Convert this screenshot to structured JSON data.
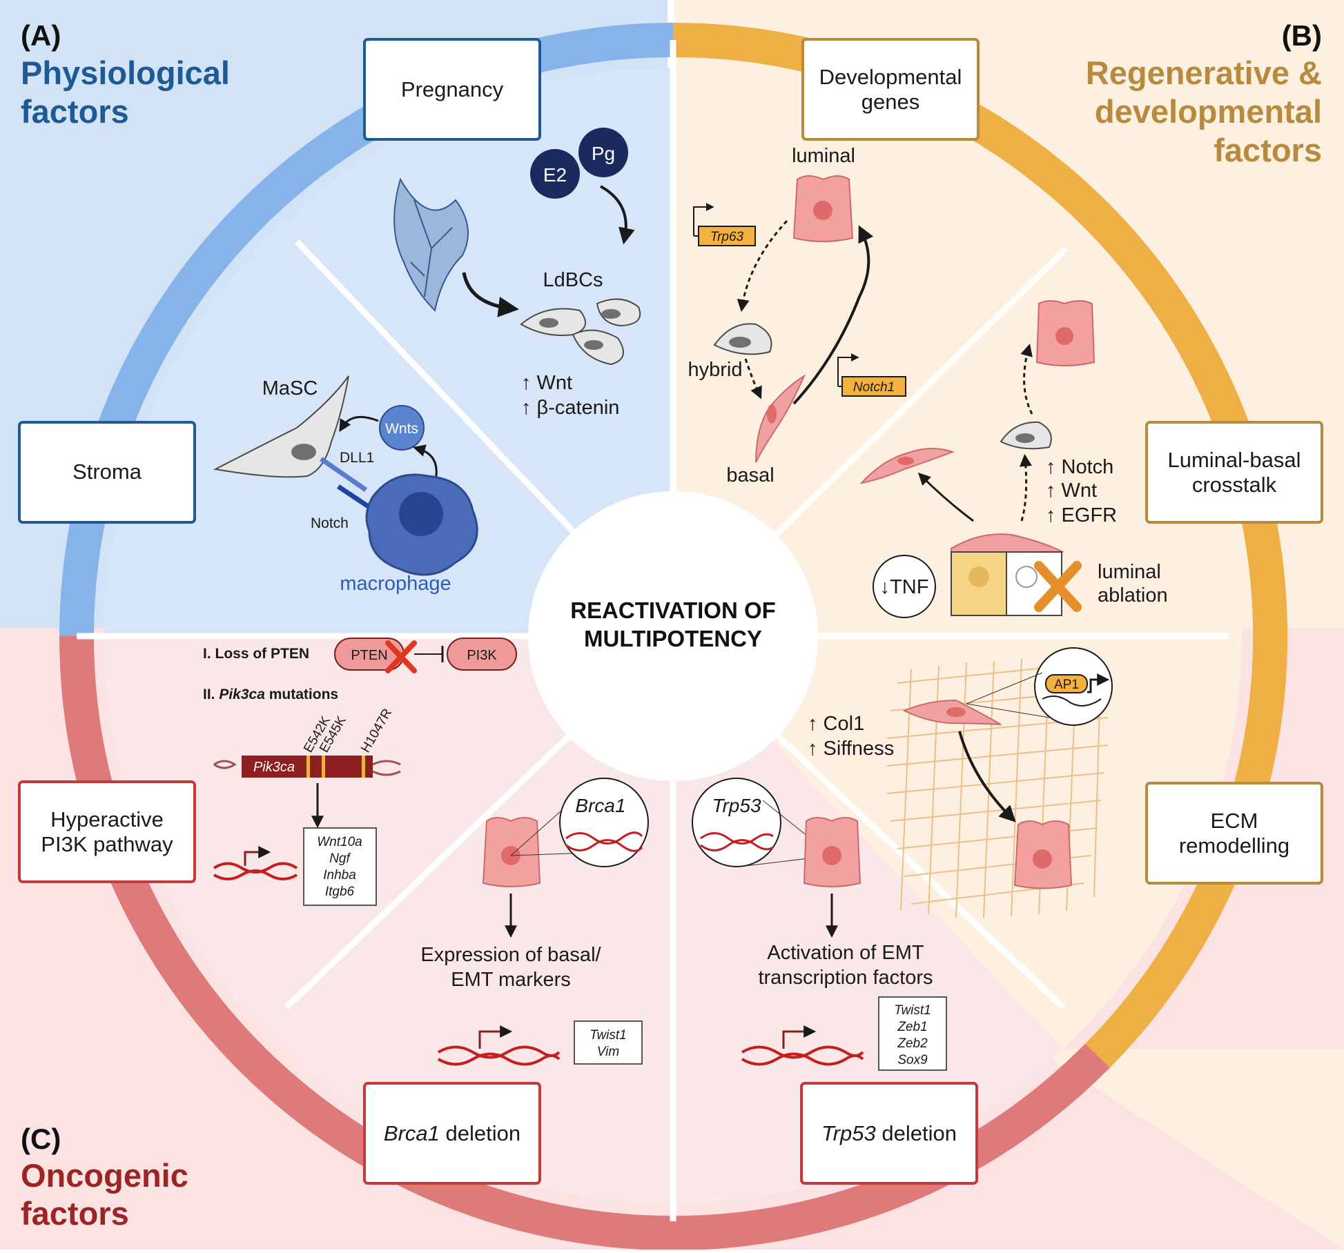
{
  "colors": {
    "physiological_bg": "#d3e3f6",
    "physiological_ring": "#86b4ea",
    "physiological_title": "#1d5a96",
    "regenerative_bg": "#fdf0e0",
    "regenerative_ring": "#eeaf45",
    "regenerative_title": "#b88a3d",
    "oncogenic_bg": "#fbe3e3",
    "oncogenic_ring": "#df7a7a",
    "oncogenic_title": "#9c2424"
  },
  "center": {
    "line1": "REACTIVATION OF",
    "line2": "MULTIPOTENCY"
  },
  "panel_a": {
    "letter": "(A)",
    "title_line1": "Physiological",
    "title_line2": "factors",
    "boxes": {
      "pregnancy": "Pregnancy",
      "stroma": "Stroma"
    },
    "hormones": [
      "E2",
      "Pg"
    ],
    "ldbcs": "LdBCs",
    "wnt": "↑ Wnt",
    "beta_catenin": "↑ β-catenin",
    "masc": "MaSC",
    "wnts": "Wnts",
    "dll1": "DLL1",
    "notch": "Notch",
    "macrophage": "macrophage"
  },
  "panel_b": {
    "letter": "(B)",
    "title_line1": "Regenerative &",
    "title_line2": "developmental",
    "title_line3": "factors",
    "boxes": {
      "developmental_line1": "Developmental",
      "developmental_line2": "genes",
      "crosstalk_line1": "Luminal-basal",
      "crosstalk_line2": "crosstalk",
      "ecm_line1": "ECM",
      "ecm_line2": "remodelling"
    },
    "luminal": "luminal",
    "hybrid": "hybrid",
    "basal": "basal",
    "trp63": "Trp63",
    "notch1": "Notch1",
    "up_notch": "↑ Notch",
    "up_wnt": "↑ Wnt",
    "up_egfr": "↑ EGFR",
    "tnf": "↓TNF",
    "ablation_line1": "luminal",
    "ablation_line2": "ablation",
    "ap1": "AP1",
    "col1": "↑ Col1",
    "stiffness": "↑ Siffness"
  },
  "panel_c": {
    "letter": "(C)",
    "title_line1": "Oncogenic",
    "title_line2": "factors",
    "boxes": {
      "pi3k_line1": "Hyperactive",
      "pi3k_line2": "PI3K pathway",
      "brca1_gene": "Brca1",
      "brca1_rest": " deletion",
      "trp53_gene": "Trp53",
      "trp53_rest": " deletion"
    },
    "loss_pten": "I.  Loss of PTEN",
    "pten": "PTEN",
    "pi3k": "PI3K",
    "pik3ca_prefix": "II.  ",
    "pik3ca_gene": "Pik3ca",
    "pik3ca_suffix": " mutations",
    "mutations": [
      "E542K",
      "E545K",
      "H1047R"
    ],
    "pik3ca_bar": "Pik3ca",
    "pi3k_targets": [
      "Wnt10a",
      "Ngf",
      "Inhba",
      "Itgb6"
    ],
    "brca1_circle": "Brca1",
    "trp53_circle": "Trp53",
    "brca1_text_line1": "Expression of basal/",
    "brca1_text_line2": "EMT markers",
    "brca1_targets": [
      "Twist1",
      "Vim"
    ],
    "trp53_text_line1": "Activation of EMT",
    "trp53_text_line2": "transcription factors",
    "trp53_targets": [
      "Twist1",
      "Zeb1",
      "Zeb2",
      "Sox9"
    ]
  }
}
